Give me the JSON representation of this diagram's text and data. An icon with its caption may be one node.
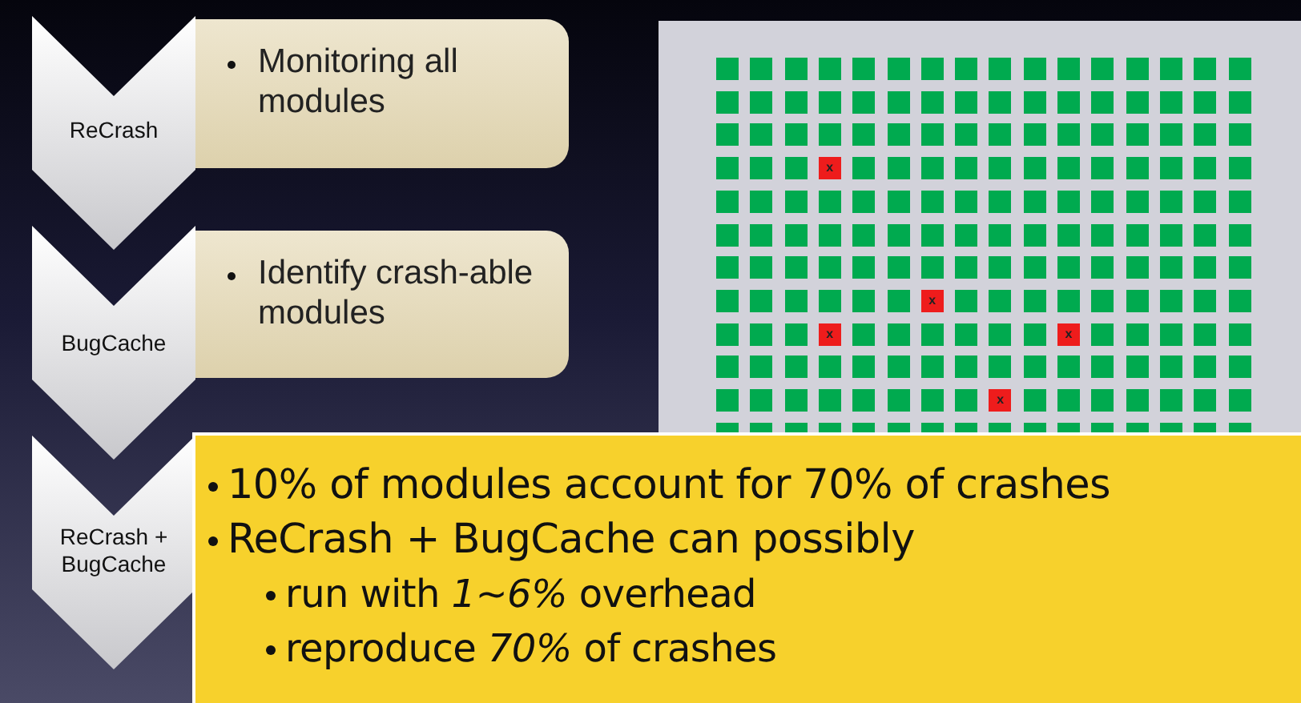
{
  "diagram": {
    "nodes": [
      {
        "text": [
          "ReCrash"
        ]
      },
      {
        "text": [
          "Monitoring all modules"
        ]
      },
      {
        "text": [
          "BugCache"
        ]
      },
      {
        "text": [
          "Identify crash-able modules"
        ]
      },
      {
        "text": [
          "ReCrash + BugCache"
        ]
      },
      {
        "text": [
          "10% of modules account for 70% of crashes",
          "ReCrash + BugCache can possibly",
          "run with *1~6%* overhead",
          "reproduce *70%* of crashes"
        ]
      }
    ],
    "labels": [
      "x",
      "x",
      "x",
      "x",
      "x"
    ]
  }
}
